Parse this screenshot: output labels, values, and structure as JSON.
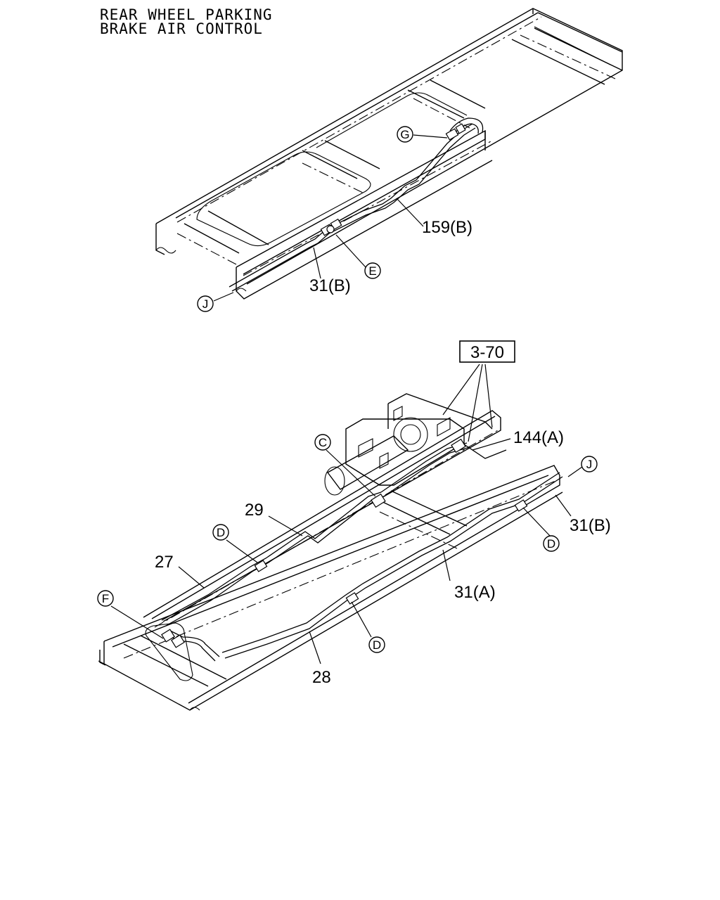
{
  "title": {
    "line1": "REAR WHEEL PARKING",
    "line2": "BRAKE AIR CONTROL"
  },
  "upper_view": {
    "callouts": [
      {
        "id": "u-159b",
        "label": "159(B)"
      },
      {
        "id": "u-31b",
        "label": "31(B)"
      }
    ],
    "bubbles": [
      {
        "id": "u-g",
        "letter": "G"
      },
      {
        "id": "u-e",
        "letter": "E"
      },
      {
        "id": "u-j",
        "letter": "J"
      }
    ]
  },
  "lower_view": {
    "reference_box": "3-70",
    "callouts": [
      {
        "id": "l-144a",
        "label": "144(A)"
      },
      {
        "id": "l-29",
        "label": "29"
      },
      {
        "id": "l-27",
        "label": "27"
      },
      {
        "id": "l-31b",
        "label": "31(B)"
      },
      {
        "id": "l-31a",
        "label": "31(A)"
      },
      {
        "id": "l-28",
        "label": "28"
      }
    ],
    "bubbles": [
      {
        "id": "l-c",
        "letter": "C"
      },
      {
        "id": "l-j",
        "letter": "J"
      },
      {
        "id": "l-d1",
        "letter": "D"
      },
      {
        "id": "l-d2",
        "letter": "D"
      },
      {
        "id": "l-d3",
        "letter": "D"
      },
      {
        "id": "l-f",
        "letter": "F"
      }
    ]
  }
}
